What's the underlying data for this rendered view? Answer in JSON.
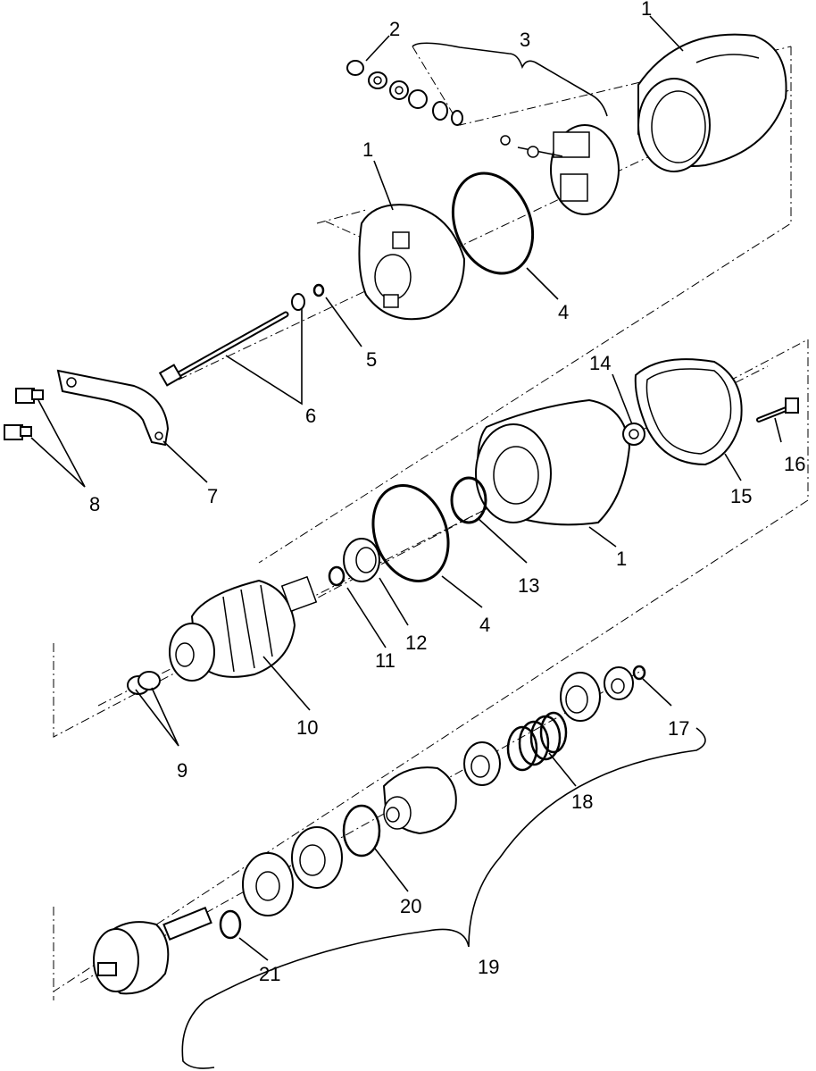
{
  "callouts": {
    "c1_top": "1",
    "c2": "2",
    "c3": "3",
    "c1_endcap": "1",
    "c4_upper": "4",
    "c5": "5",
    "c6": "6",
    "c7": "7",
    "c8": "8",
    "c14": "14",
    "c16": "16",
    "c15": "15",
    "c1_housing": "1",
    "c13": "13",
    "c4_lower": "4",
    "c12": "12",
    "c11": "11",
    "c10": "10",
    "c9": "9",
    "c17": "17",
    "c18": "18",
    "c20": "20",
    "c21": "21",
    "c19": "19"
  }
}
